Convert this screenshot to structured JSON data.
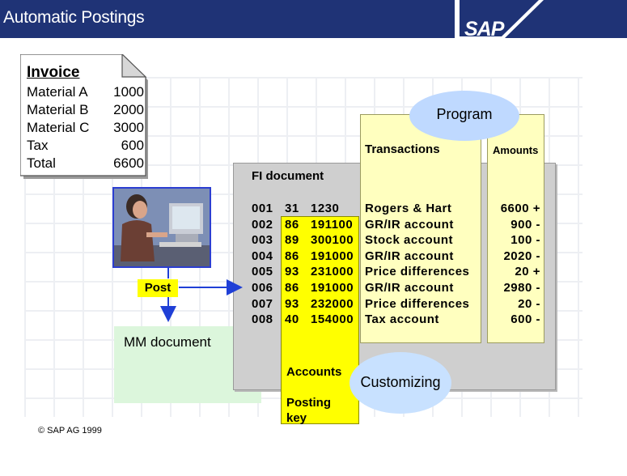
{
  "header": {
    "title": "Automatic Postings",
    "logo_text": "SAP",
    "colors": {
      "bar": "#1f3376",
      "text": "#ffffff"
    }
  },
  "invoice": {
    "title": "Invoice",
    "lines": [
      {
        "label": "Material A",
        "value": "1000"
      },
      {
        "label": "Material B",
        "value": "2000"
      },
      {
        "label": "Material C",
        "value": "3000"
      },
      {
        "label": "Tax",
        "value": "600"
      },
      {
        "label": "Total",
        "value": "6600"
      }
    ]
  },
  "post_label": "Post",
  "mm_document": "MM document",
  "fi_document": {
    "title": "FI document",
    "transactions_header": "Transactions",
    "amounts_header": "Amounts",
    "rows": [
      {
        "item": "001",
        "key": "31",
        "account": "1230",
        "transaction": "Rogers & Hart",
        "amount": "6600 +"
      },
      {
        "item": "002",
        "key": "86",
        "account": "191100",
        "transaction": "GR/IR account",
        "amount": "900 -"
      },
      {
        "item": "003",
        "key": "89",
        "account": "300100",
        "transaction": "Stock account",
        "amount": "100 -"
      },
      {
        "item": "004",
        "key": "86",
        "account": "191000",
        "transaction": "GR/IR account",
        "amount": "2020 -"
      },
      {
        "item": "005",
        "key": "93",
        "account": "231000",
        "transaction": "Price differences",
        "amount": "20 +"
      },
      {
        "item": "006",
        "key": "86",
        "account": "191000",
        "transaction": "GR/IR account",
        "amount": "2980 -"
      },
      {
        "item": "007",
        "key": "93",
        "account": "232000",
        "transaction": "Price differences",
        "amount": "20 -"
      },
      {
        "item": "008",
        "key": "40",
        "account": "154000",
        "transaction": "Tax account",
        "amount": "600 -"
      }
    ],
    "accounts_label": "Accounts",
    "posting_key_label": "Posting key"
  },
  "program_label": "Program",
  "customizing_label": "Customizing",
  "copyright": "© SAP AG 1999",
  "colors": {
    "yellow": "#ffff00",
    "pale_yellow": "#ffffbf",
    "ellipse": "#bfd9ff",
    "mm_green": "#dcf6dc",
    "arrow": "#1f3fd6"
  }
}
